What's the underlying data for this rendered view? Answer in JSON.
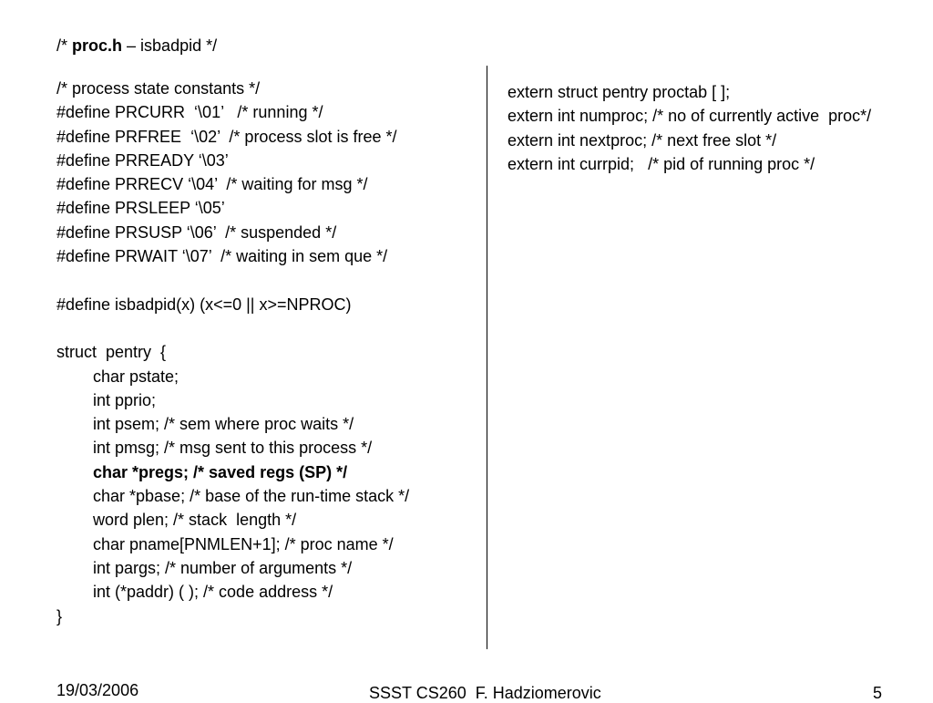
{
  "title": {
    "prefix": "/* ",
    "filename": "proc.h",
    "suffix": " – isbadpid */"
  },
  "left_lines": [
    {
      "text": "/* process state constants */",
      "indent": false,
      "bold": false
    },
    {
      "text": "#define PRCURR  ‘\\01’   /* running */",
      "indent": false,
      "bold": false
    },
    {
      "text": "#define PRFREE  ‘\\02’  /* process slot is free */",
      "indent": false,
      "bold": false
    },
    {
      "text": "#define PRREADY ‘\\03’",
      "indent": false,
      "bold": false
    },
    {
      "text": "#define PRRECV ‘\\04’  /* waiting for msg */",
      "indent": false,
      "bold": false
    },
    {
      "text": "#define PRSLEEP ‘\\05’",
      "indent": false,
      "bold": false
    },
    {
      "text": "#define PRSUSP ‘\\06’  /* suspended */",
      "indent": false,
      "bold": false
    },
    {
      "text": "#define PRWAIT ‘\\07’  /* waiting in sem que */",
      "indent": false,
      "bold": false
    },
    {
      "text": "",
      "indent": false,
      "bold": false
    },
    {
      "text": "#define isbadpid(x) (x<=0 || x>=NPROC)",
      "indent": false,
      "bold": false
    },
    {
      "text": "",
      "indent": false,
      "bold": false
    },
    {
      "text": "struct  pentry  {",
      "indent": false,
      "bold": false
    },
    {
      "text": "char pstate;",
      "indent": true,
      "bold": false
    },
    {
      "text": "int pprio;",
      "indent": true,
      "bold": false
    },
    {
      "text": "int psem; /* sem where proc waits */",
      "indent": true,
      "bold": false
    },
    {
      "text": "int pmsg; /* msg sent to this process */",
      "indent": true,
      "bold": false
    },
    {
      "text": "char *pregs; /* saved regs (SP) */",
      "indent": true,
      "bold": true
    },
    {
      "text": "char *pbase; /* base of the run-time stack */",
      "indent": true,
      "bold": false
    },
    {
      "text": "word plen; /* stack  length */",
      "indent": true,
      "bold": false
    },
    {
      "text": "char pname[PNMLEN+1]; /* proc name */",
      "indent": true,
      "bold": false
    },
    {
      "text": "int pargs; /* number of arguments */",
      "indent": true,
      "bold": false
    },
    {
      "text": "int (*paddr) ( ); /* code address */",
      "indent": true,
      "bold": false
    },
    {
      "text": "}",
      "indent": false,
      "bold": false
    }
  ],
  "right_lines": [
    "extern struct pentry proctab [ ];",
    "extern int numproc; /* no of currently active  proc*/",
    "extern int nextproc; /* next free slot */",
    "extern int currpid;   /* pid of running proc */"
  ],
  "footer": {
    "date": "19/03/2006",
    "center": "SSST CS260  F. Hadziomerovic",
    "page": "5"
  }
}
